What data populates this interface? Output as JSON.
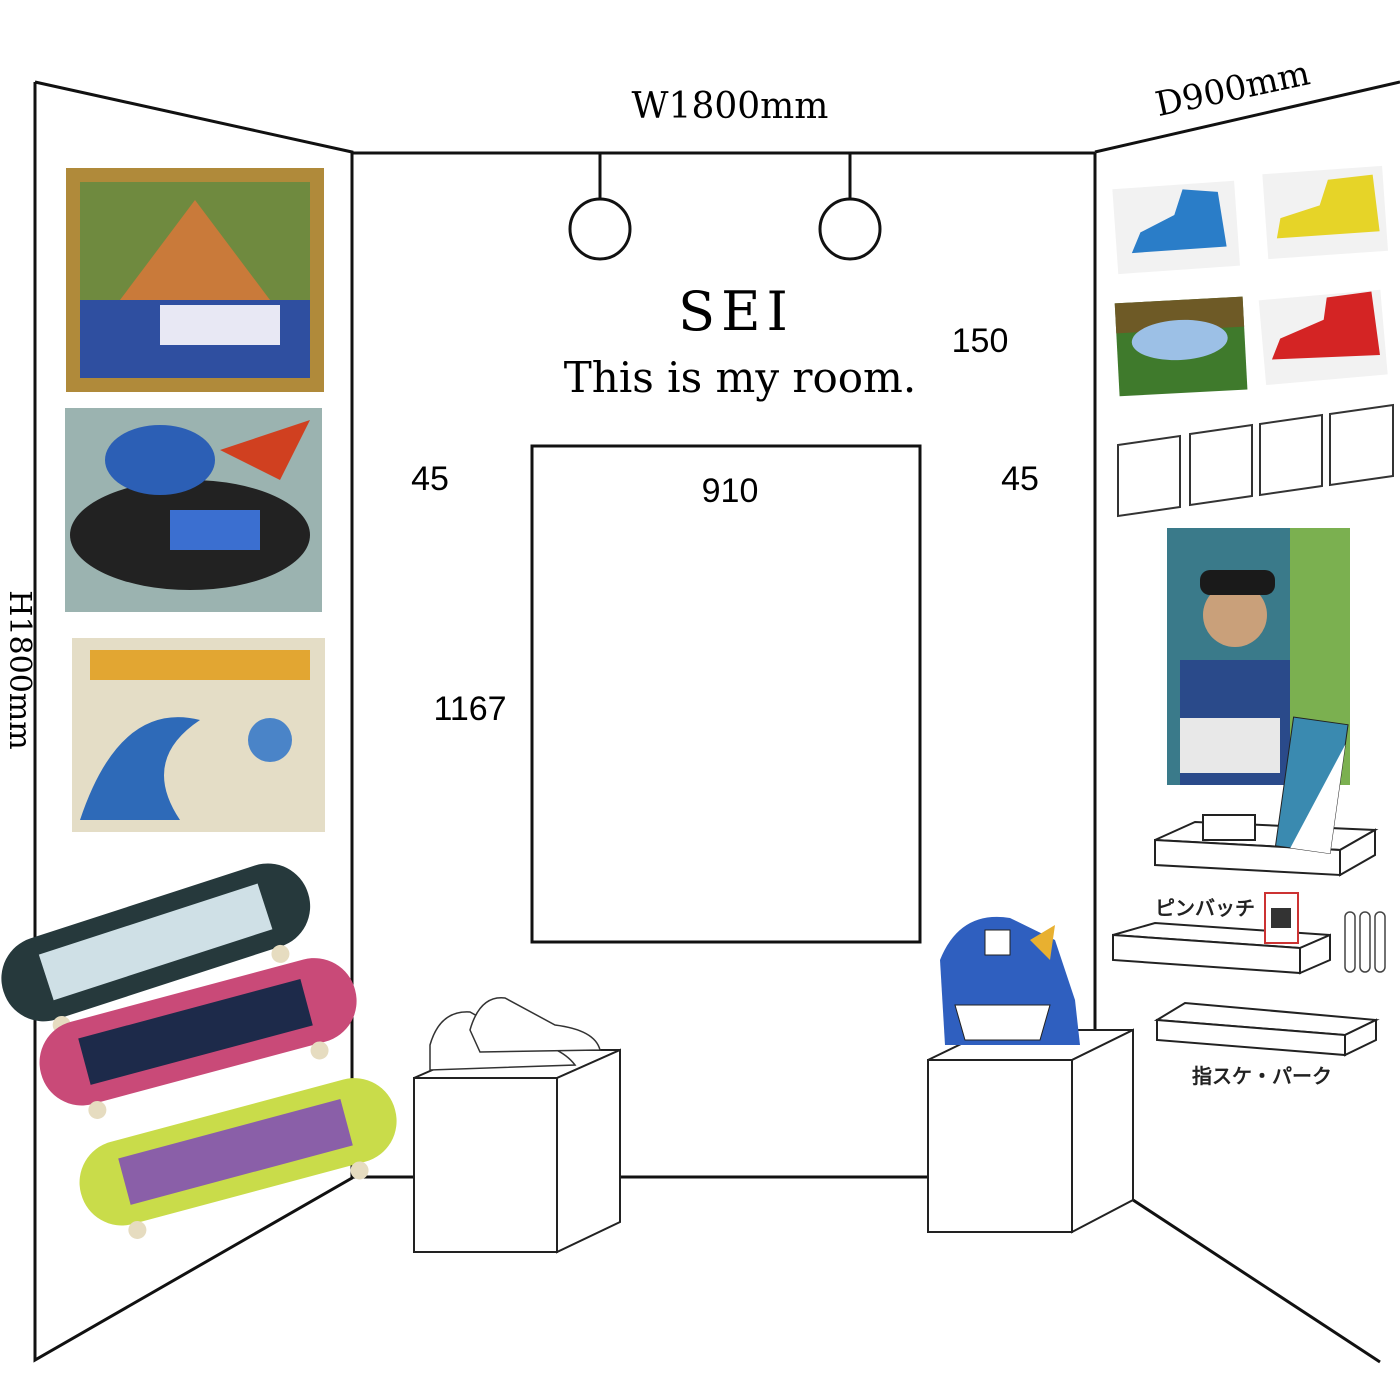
{
  "dimensions": {
    "width": "W1800mm",
    "depth": "D900mm",
    "height": "H1800mm"
  },
  "title": {
    "name": "SEI",
    "subtitle": "This is my room."
  },
  "measurements": {
    "top_margin": "150",
    "left_margin": "45",
    "right_margin": "45",
    "screen_width": "910",
    "screen_height": "1167"
  },
  "labels": {
    "pin_badge": "ピンバッチ",
    "finger_skate_park": "指スケ・パーク"
  },
  "colors": {
    "line": "#111111",
    "background": "#ffffff"
  }
}
